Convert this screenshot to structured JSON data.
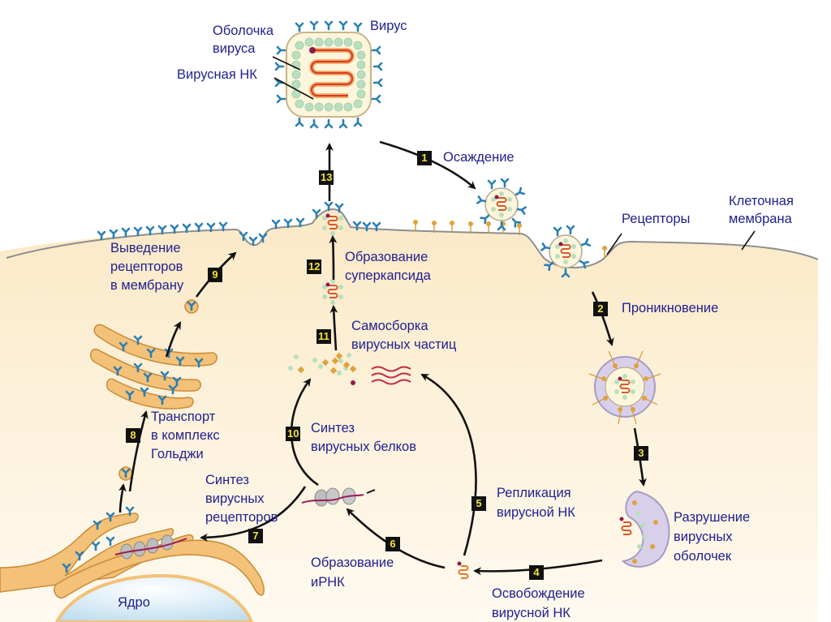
{
  "title": "Жизненный цикл вируса",
  "colors": {
    "label_text": "#1f1f8f",
    "badge_bg": "#111111",
    "badge_text": "#f3e23a",
    "cytoplasm": "#fdf1d6",
    "membrane": "#8e8e8e",
    "receptor_blue": "#2a7fb5",
    "receptor_orange": "#e0a23a",
    "golgi": "#f3c178",
    "nucleus": "#cfe6f3",
    "nucleic_acid": "#d23c2a",
    "capsid": "#b9dfc0",
    "envelope_lilac": "#d8d0ea",
    "mrna": "#9b1b5a"
  },
  "labels": {
    "virus": "Вирус",
    "virus_envelope": [
      "Оболочка",
      "вируса"
    ],
    "viral_nk": "Вирусная НК",
    "cell_membrane": [
      "Клеточная",
      "мембрана"
    ],
    "receptors": "Рецепторы",
    "nucleus": "Ядро"
  },
  "steps": [
    {
      "num": "1",
      "text": [
        "Осаждение"
      ]
    },
    {
      "num": "2",
      "text": [
        "Проникновение"
      ]
    },
    {
      "num": "3",
      "text": [
        "Разрушение",
        "вирусных",
        "оболочек"
      ]
    },
    {
      "num": "4",
      "text": [
        "Освобождение",
        "вирусной НК"
      ]
    },
    {
      "num": "5",
      "text": [
        "Репликация",
        "вирусной НК"
      ]
    },
    {
      "num": "6",
      "text": [
        "Образование",
        "иРНК"
      ]
    },
    {
      "num": "7",
      "text": [
        "Синтез",
        "вирусных",
        "рецепторов"
      ]
    },
    {
      "num": "8",
      "text": [
        "Транспорт",
        "в комплекс",
        "Гольджи"
      ]
    },
    {
      "num": "9",
      "text": [
        "Выведение",
        "рецепторов",
        "в мембрану"
      ]
    },
    {
      "num": "10",
      "text": [
        "Синтез",
        "вирусных белков"
      ]
    },
    {
      "num": "11",
      "text": [
        "Самосборка",
        "вирусных частиц"
      ]
    },
    {
      "num": "12",
      "text": [
        "Образование",
        "суперкапсида"
      ]
    },
    {
      "num": "13",
      "text": []
    }
  ]
}
